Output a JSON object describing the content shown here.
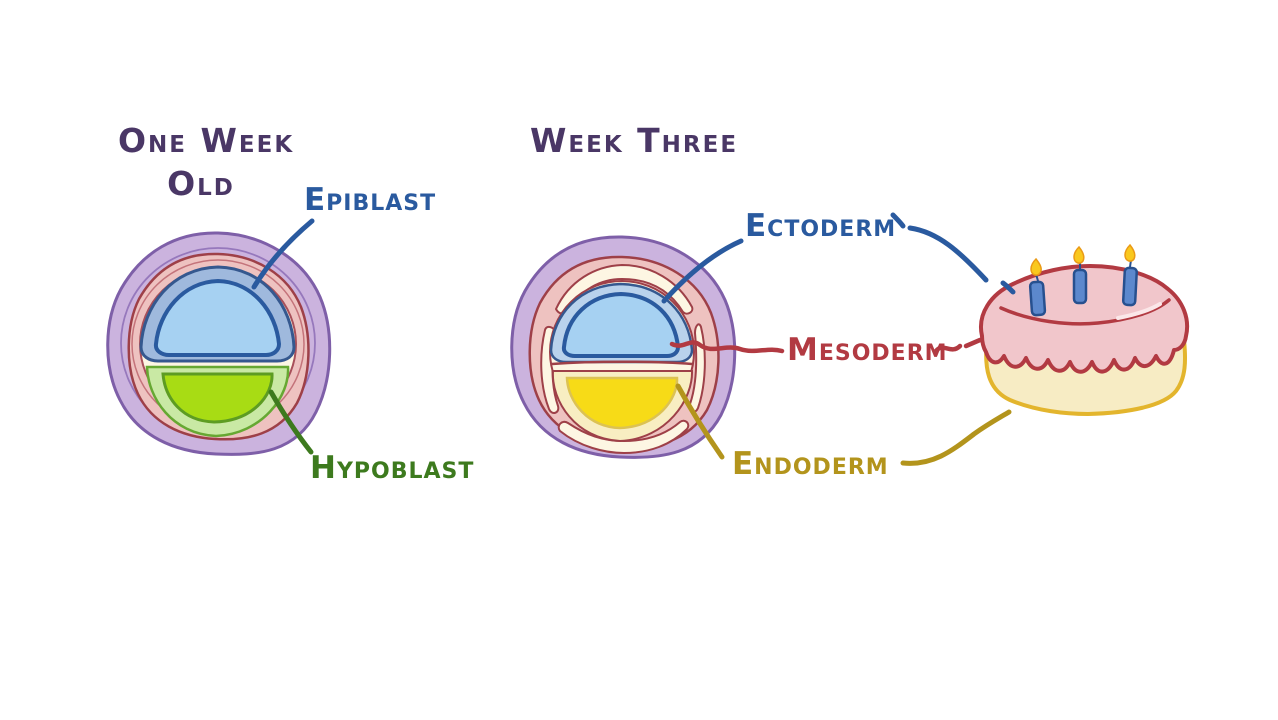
{
  "figure": {
    "background": "#ffffff",
    "week_one": {
      "title_line1": "One Week",
      "title_line2": "Old",
      "epiblast_label": "Epiblast",
      "hypoblast_label": "Hypoblast"
    },
    "week_three": {
      "title": "Week Three",
      "ectoderm_label": "Ectoderm",
      "mesoderm_label": "Mesoderm",
      "endoderm_label": "Endoderm"
    },
    "cake": {
      "candle_count": 3
    },
    "colors": {
      "title_text": "#4a3766",
      "epiblast_text": "#2a5a9f",
      "hypoblast_text": "#3d7a1e",
      "ectoderm_text": "#2a5a9f",
      "mesoderm_text": "#b23a42",
      "endoderm_text": "#b3941c",
      "embryo_outer_ring_fill": "#cbb3de",
      "embryo_outer_ring_stroke": "#7e5fa8",
      "embryo_pink_ring_fill": "#eec2c0",
      "embryo_pink_ring_stroke": "#9e4048",
      "embryo_interior_fill": "#fdf6e3",
      "epiblast_fill": "#a6d1f2",
      "epiblast_halo_fill": "#9fb9dd",
      "hypoblast_fill": "#a8dc14",
      "hypoblast_halo_fill": "#c9e9a4",
      "ectoderm_fill": "#a6d1f2",
      "endoderm_fill": "#f7db17",
      "endoderm_halo_fill": "#f8eec2",
      "cake_frosting_fill": "#f1c6cb",
      "cake_frosting_stroke": "#b23a42",
      "cake_base_fill": "#f7ecc4",
      "cake_base_stroke": "#e3b52d",
      "candle_fill": "#5c88cd",
      "candle_stroke": "#27508f",
      "flame_fill": "#f9c81e"
    }
  }
}
